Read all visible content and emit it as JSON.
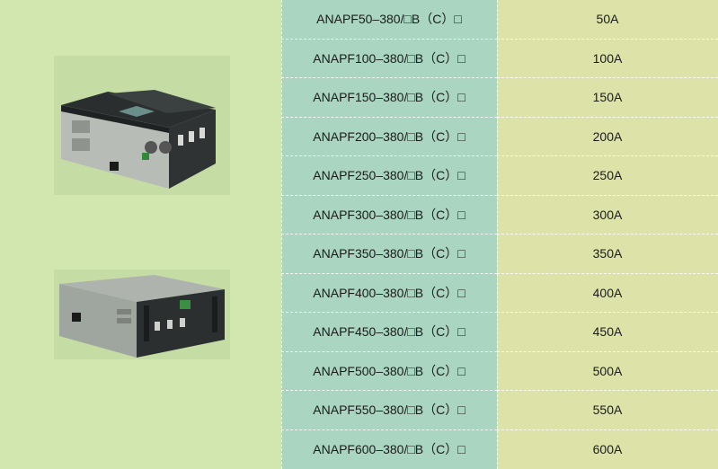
{
  "rows": [
    {
      "model": "ANAPF50–380/□B（C）□",
      "current": "50A"
    },
    {
      "model": "ANAPF100–380/□B（C）□",
      "current": "100A"
    },
    {
      "model": "ANAPF150–380/□B（C）□",
      "current": "150A"
    },
    {
      "model": "ANAPF200–380/□B（C）□",
      "current": "200A"
    },
    {
      "model": "ANAPF250–380/□B（C）□",
      "current": "250A"
    },
    {
      "model": "ANAPF300–380/□B（C）□",
      "current": "300A"
    },
    {
      "model": "ANAPF350–380/□B（C）□",
      "current": "350A"
    },
    {
      "model": "ANAPF400–380/□B（C）□",
      "current": "400A"
    },
    {
      "model": "ANAPF450–380/□B（C）□",
      "current": "450A"
    },
    {
      "model": "ANAPF500–380/□B（C）□",
      "current": "500A"
    },
    {
      "model": "ANAPF550–380/□B（C）□",
      "current": "550A"
    },
    {
      "model": "ANAPF600–380/□B（C）□",
      "current": "600A"
    }
  ],
  "colors": {
    "left_bg": "#d2e7b0",
    "model_col_bg": "#a9d5c1",
    "current_col_bg": "#dde3a8"
  }
}
